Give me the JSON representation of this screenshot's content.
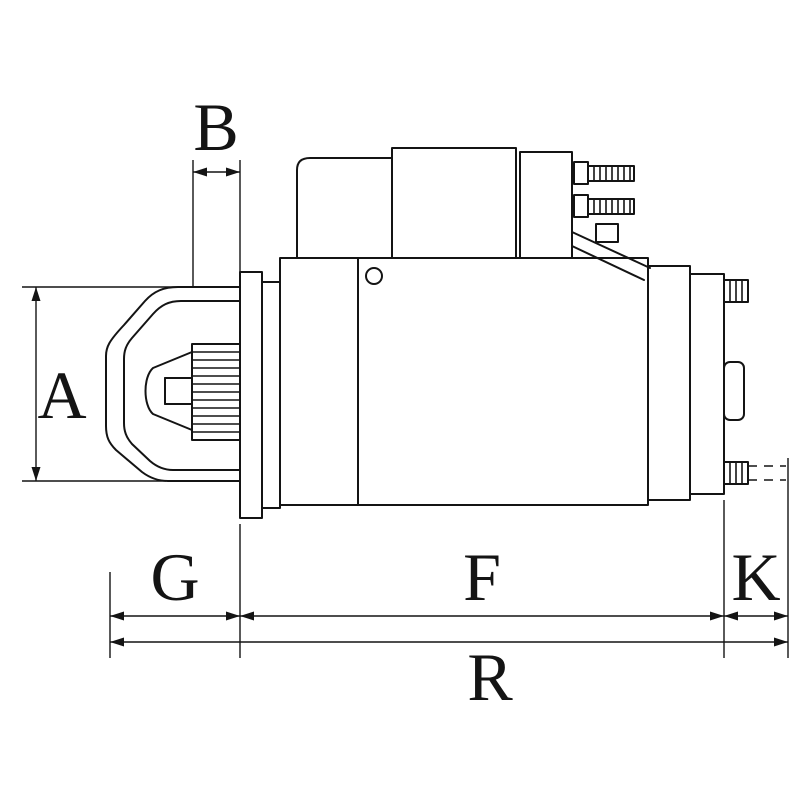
{
  "drawing": {
    "subject": "starter-motor-side-view",
    "background": "#ffffff",
    "line_color": "#141414",
    "labels": {
      "a": "A",
      "b": "B",
      "g": "G",
      "f": "F",
      "k": "K",
      "r": "R"
    }
  }
}
